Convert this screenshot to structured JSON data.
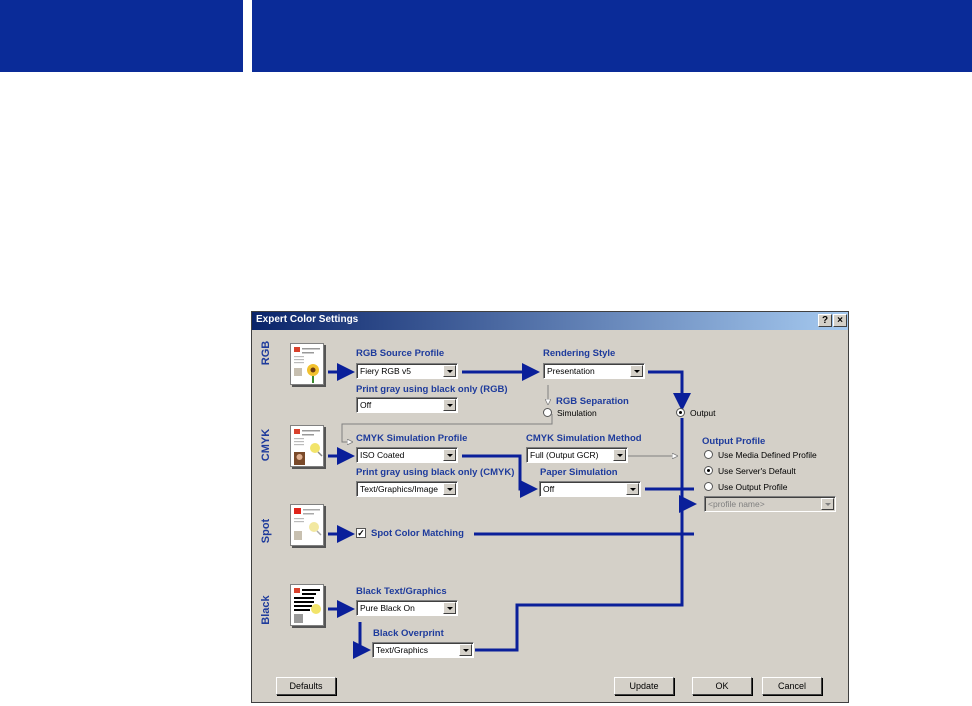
{
  "dialog": {
    "title": "Expert Color Settings",
    "help_label": "?",
    "close_label": "×"
  },
  "rows": {
    "rgb": "RGB",
    "cmyk": "CMYK",
    "spot": "Spot",
    "black": "Black"
  },
  "rgb": {
    "source_profile_label": "RGB Source Profile",
    "source_profile_value": "Fiery RGB v5",
    "print_gray_label": "Print gray using black only (RGB)",
    "print_gray_value": "Off",
    "rendering_style_label": "Rendering Style",
    "rendering_style_value": "Presentation",
    "separation_label": "RGB Separation",
    "simulation_label": "Simulation",
    "output_label": "Output"
  },
  "cmyk": {
    "simulation_profile_label": "CMYK Simulation Profile",
    "simulation_profile_value": "ISO Coated",
    "print_gray_label": "Print gray using black only (CMYK)",
    "print_gray_value": "Text/Graphics/Image",
    "simulation_method_label": "CMYK Simulation Method",
    "simulation_method_value": "Full (Output GCR)",
    "paper_simulation_label": "Paper Simulation",
    "paper_simulation_value": "Off"
  },
  "output_profile": {
    "label": "Output Profile",
    "options": [
      "Use Media Defined Profile",
      "Use Server's Default",
      "Use Output Profile"
    ],
    "selected": 1,
    "profile_placeholder": "<profile name>"
  },
  "spot": {
    "matching_label": "Spot Color Matching",
    "checked": true
  },
  "black": {
    "text_graphics_label": "Black Text/Graphics",
    "text_graphics_value": "Pure Black On",
    "overprint_label": "Black Overprint",
    "overprint_value": "Text/Graphics"
  },
  "buttons": {
    "defaults": "Defaults",
    "update": "Update",
    "ok": "OK",
    "cancel": "Cancel"
  },
  "colors": {
    "header_band": "#0a2b98",
    "flow_line": "#0a1f9a",
    "label_text": "#1e3b9c",
    "dialog_face": "#d4d0c8"
  }
}
